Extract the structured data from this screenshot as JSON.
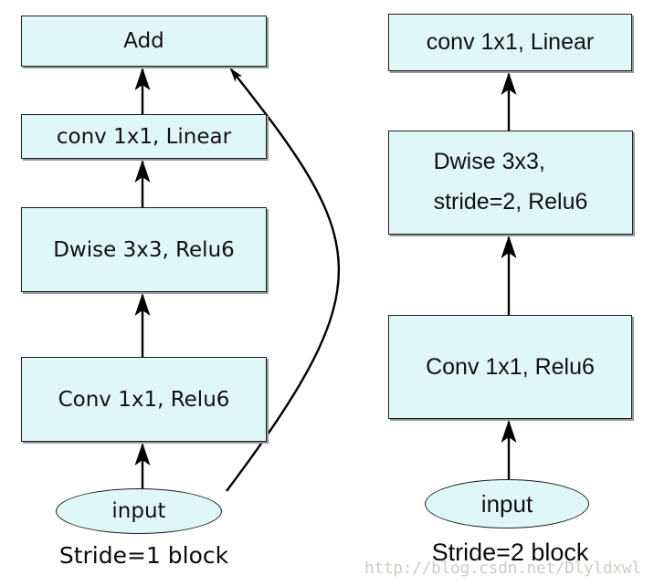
{
  "stride1_block": {
    "caption": "Stride=1 block",
    "add": "Add",
    "conv_linear": "conv 1x1, Linear",
    "dwise": "Dwise 3x3, Relu6",
    "conv_relu": "Conv 1x1, Relu6",
    "input": "input"
  },
  "stride2_block": {
    "caption": "Stride=2 block",
    "conv_linear": "conv 1x1, Linear",
    "dwise": "Dwise 3x3,\nstride=2, Relu6",
    "conv_relu": "Conv 1x1, Relu6",
    "input": "input"
  },
  "watermark": "http://blog.csdn.net/Dlyldxwl",
  "colors": {
    "node_fill": "#e0f7f8",
    "node_border": "#1c1c1c",
    "arrow": "#000000",
    "watermark": "#cdcdc6",
    "background": "#ffffff"
  }
}
